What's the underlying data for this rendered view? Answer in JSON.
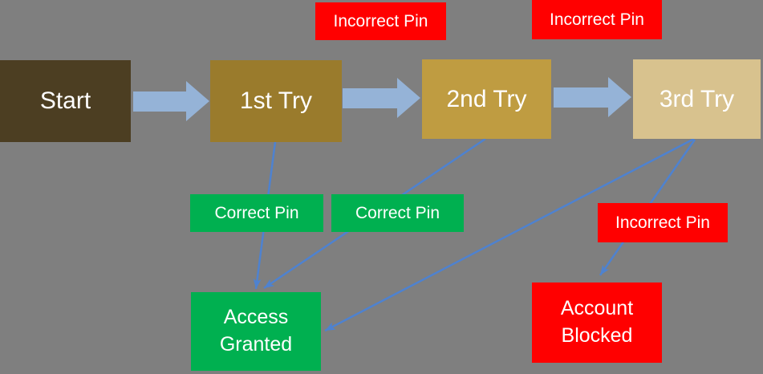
{
  "colors": {
    "background": "#7f7f7f",
    "node_start": "#4c3e22",
    "node_try1": "#9a7b2c",
    "node_try2": "#bf9c41",
    "node_try3": "#d8c28e",
    "flow_arrow": "#95b3d7",
    "connector": "#4e82d0",
    "incorrect": "#ff0000",
    "correct": "#00b050",
    "text": "#ffffff"
  },
  "nodes": {
    "start": {
      "label": "Start"
    },
    "try1": {
      "label": "1st Try"
    },
    "try2": {
      "label": "2nd Try"
    },
    "try3": {
      "label": "3rd Try"
    }
  },
  "labels": {
    "incorrect_pin_top_1": "Incorrect Pin",
    "incorrect_pin_top_2": "Incorrect Pin",
    "correct_pin_1": "Correct Pin",
    "correct_pin_2": "Correct Pin",
    "incorrect_pin_right": "Incorrect Pin"
  },
  "outcomes": {
    "access_granted": {
      "label": "Access Granted"
    },
    "account_blocked": {
      "label": "Account Blocked"
    }
  }
}
